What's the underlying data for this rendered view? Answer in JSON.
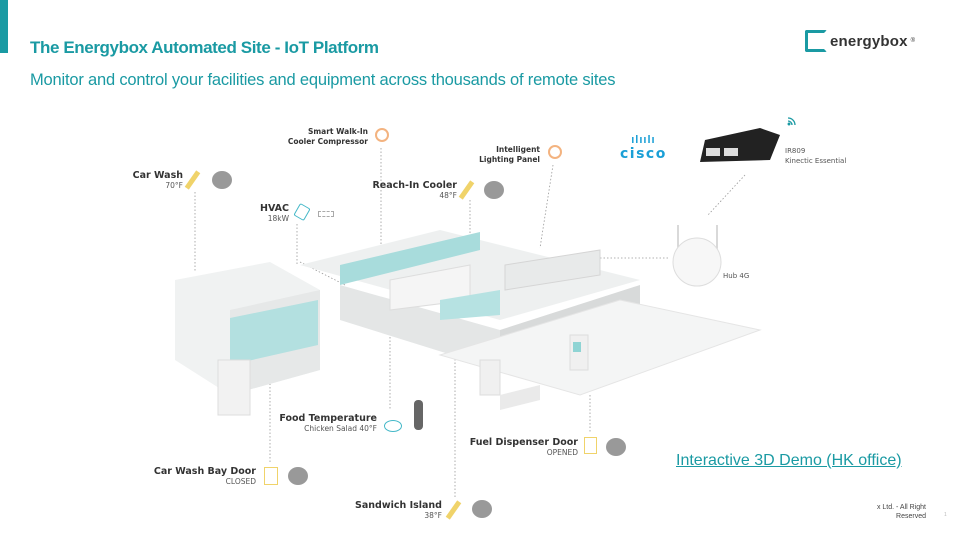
{
  "header": {
    "title": "The Energybox Automated Site - IoT Platform",
    "subtitle": "Monitor and control your facilities and equipment across thousands of remote sites",
    "logo_text": "energybox",
    "logo_mark": "®"
  },
  "sensors": [
    {
      "name": "Smart Walk-In",
      "name2": "Cooler Compressor",
      "icon": "power-icon"
    },
    {
      "name": "Intelligent",
      "name2": "Lighting Panel",
      "icon": "power-icon"
    },
    {
      "name": "Car Wash",
      "value": "70°F",
      "icon": "thermometer-icon"
    },
    {
      "name": "Reach-In Cooler",
      "value": "48°F",
      "icon": "thermometer-icon"
    },
    {
      "name": "HVAC",
      "value": "18kW",
      "icon": "plug-icon"
    },
    {
      "name": "Food Temperature",
      "value": "Chicken Salad  40°F",
      "icon": "food-icon"
    },
    {
      "name": "Fuel Dispenser Door",
      "value": "OPENED",
      "icon": "door-icon"
    },
    {
      "name": "Car Wash Bay Door",
      "value": "CLOSED",
      "icon": "door-icon"
    },
    {
      "name": "Sandwich Island",
      "value": "38°F",
      "icon": "thermometer-icon"
    }
  ],
  "devices": {
    "cisco": "cisco",
    "router_model": "IR809",
    "router_name": "Kinectic Essential",
    "hub": "Hub 4G"
  },
  "link": "Interactive  3D Demo (HK office)",
  "footer": {
    "line1": "x  Ltd.  - All Right",
    "line2": "Reserved",
    "page": "1"
  },
  "colors": {
    "accent": "#1a9aa3",
    "sensor_yellow": "#f0d36a",
    "power_orange": "#f0a060"
  }
}
